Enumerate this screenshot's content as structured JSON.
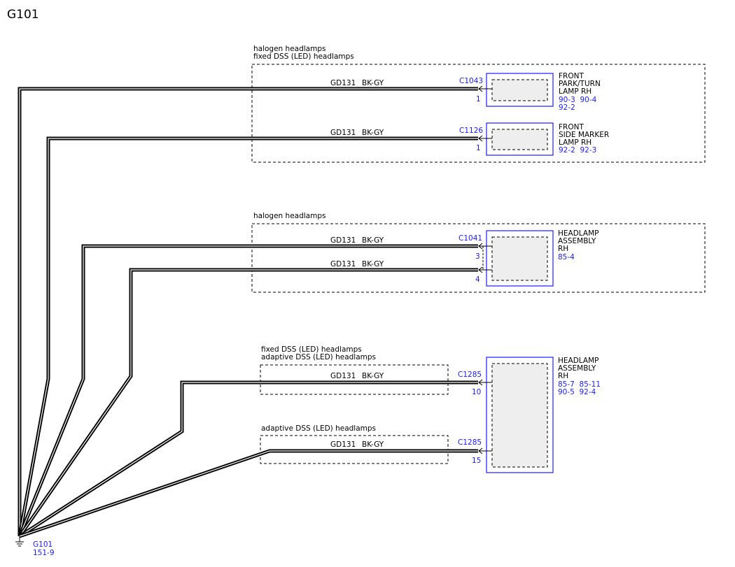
{
  "title": "G101",
  "ground": {
    "label": "G101",
    "ref": "151-9"
  },
  "groups": {
    "g1_line1": "halogen headlamps",
    "g1_line2": "fixed DSS (LED) headlamps",
    "g2_line1": "halogen headlamps",
    "g3_line1": "fixed DSS (LED) headlamps",
    "g3_line2": "adaptive DSS (LED) headlamps",
    "g4_line1": "adaptive DSS (LED) headlamps"
  },
  "wires": [
    {
      "circuit": "GD131",
      "color": "BK-GY",
      "connector": "C1043",
      "pin": "1"
    },
    {
      "circuit": "GD131",
      "color": "BK-GY",
      "connector": "C1126",
      "pin": "1"
    },
    {
      "circuit": "GD131",
      "color": "BK-GY",
      "connector": "C1041",
      "pin": "3"
    },
    {
      "circuit": "GD131",
      "color": "BK-GY",
      "connector": "",
      "pin": "4"
    },
    {
      "circuit": "GD131",
      "color": "BK-GY",
      "connector": "C1285",
      "pin": "10"
    },
    {
      "circuit": "GD131",
      "color": "BK-GY",
      "connector": "C1285",
      "pin": "15"
    }
  ],
  "components": [
    {
      "lines": [
        "FRONT",
        "PARK/TURN",
        "LAMP RH"
      ],
      "refs": [
        "90-3  90-4",
        "92-2"
      ]
    },
    {
      "lines": [
        "FRONT",
        "SIDE MARKER",
        "LAMP RH"
      ],
      "refs": [
        "92-2  92-3"
      ]
    },
    {
      "lines": [
        "HEADLAMP",
        "ASSEMBLY",
        "RH"
      ],
      "refs": [
        "85-4"
      ]
    },
    {
      "lines": [
        "HEADLAMP",
        "ASSEMBLY",
        "RH"
      ],
      "refs": [
        "85-7  85-11",
        "90-5  92-4"
      ]
    }
  ],
  "colors": {
    "wire": "#000000",
    "reference": "#1a1aff",
    "component_fill": "#eeeeee"
  }
}
